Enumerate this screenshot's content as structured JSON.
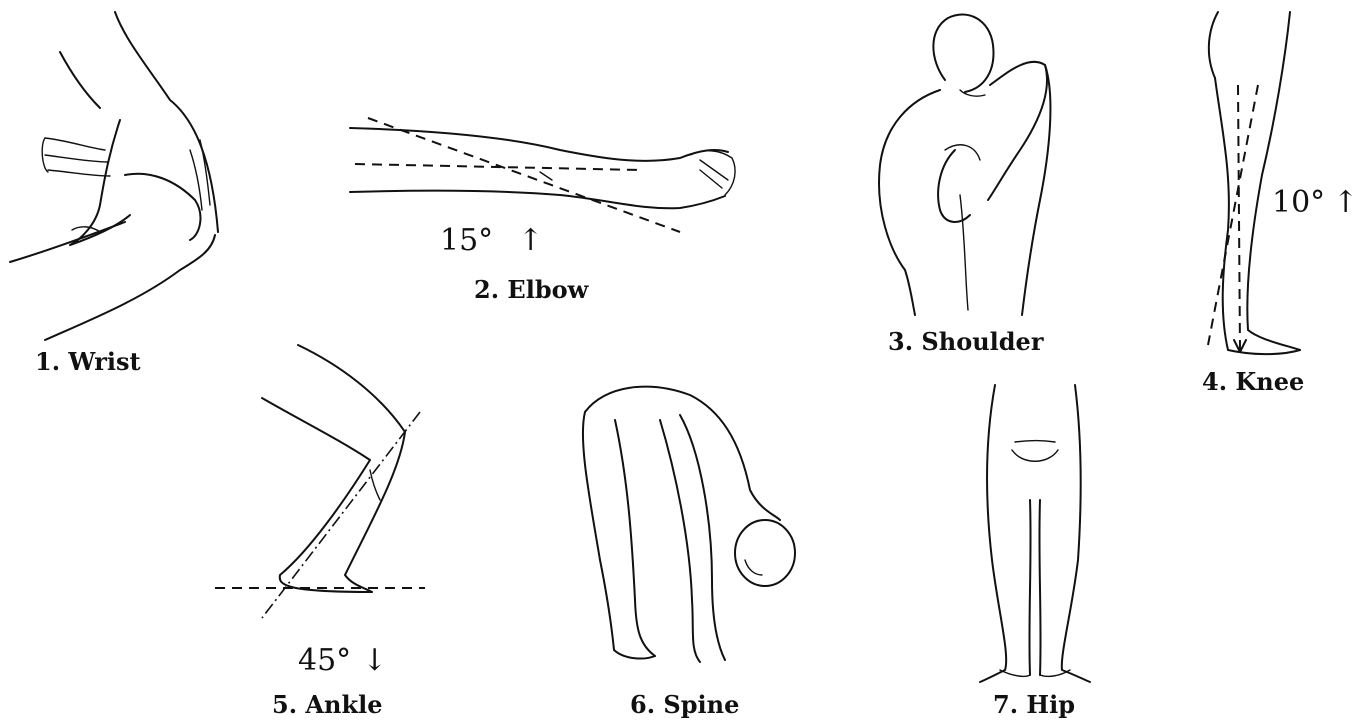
{
  "figures": [
    {
      "id": "wrist",
      "caption": "1. Wrist",
      "angle": ""
    },
    {
      "id": "elbow",
      "caption": "2. Elbow",
      "angle": "15°",
      "arrow": "↑"
    },
    {
      "id": "shoulder",
      "caption": "3. Shoulder",
      "angle": ""
    },
    {
      "id": "knee",
      "caption": "4. Knee",
      "angle": "10°",
      "arrow": "↑"
    },
    {
      "id": "ankle",
      "caption": "5. Ankle",
      "angle": "45°",
      "arrow": "↓"
    },
    {
      "id": "spine",
      "caption": "6. Spine",
      "angle": ""
    },
    {
      "id": "hip",
      "caption": "7. Hip",
      "angle": ""
    }
  ]
}
